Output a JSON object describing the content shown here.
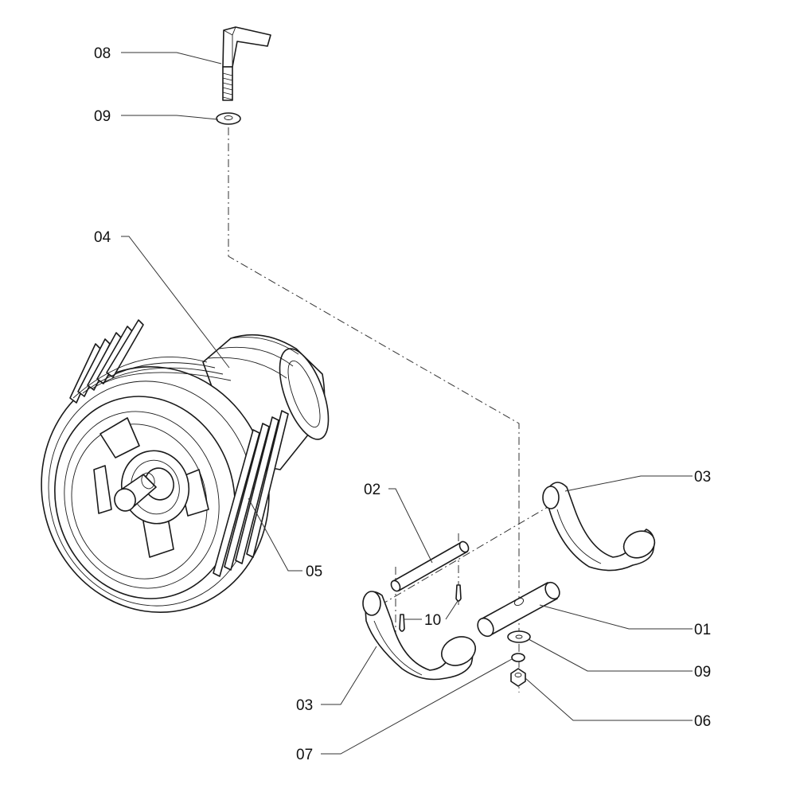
{
  "labels": {
    "l08": "08",
    "l09_top": "09",
    "l04": "04",
    "l05": "05",
    "l02": "02",
    "l03_right": "03",
    "l10": "10",
    "l01": "01",
    "l09_bottom": "09",
    "l06": "06",
    "l03_left": "03",
    "l07": "07"
  }
}
